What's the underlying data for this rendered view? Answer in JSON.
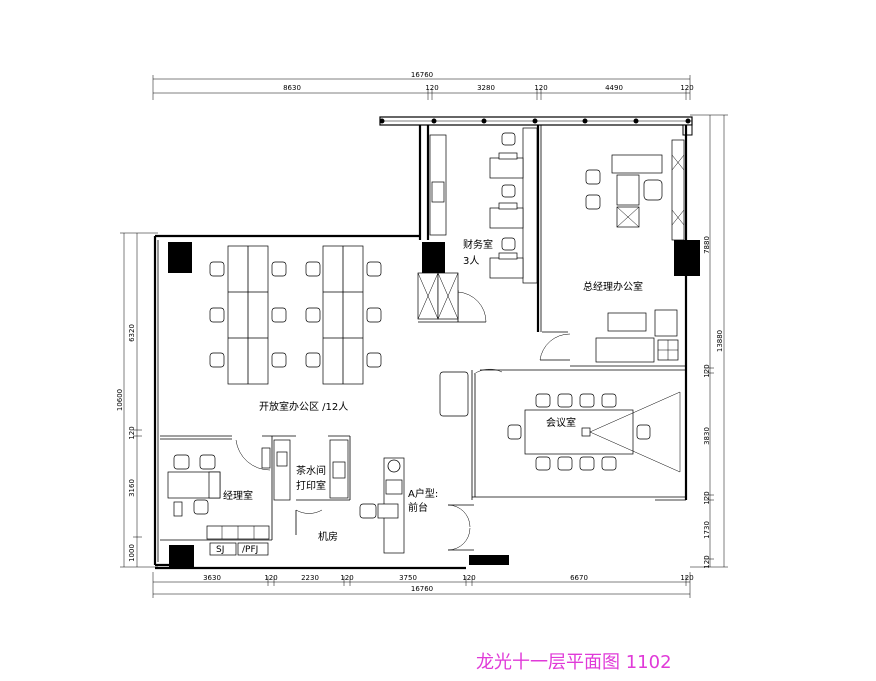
{
  "title": "龙光十一层平面图 1102",
  "dimensions": {
    "top_total": "16760",
    "top_segments": [
      "8630",
      "120",
      "3280",
      "120",
      "4490",
      "120"
    ],
    "bottom_total": "16760",
    "bottom_segments": [
      "3630",
      "120",
      "2230",
      "120",
      "3750",
      "120",
      "6670",
      "120"
    ],
    "left_total": "10600",
    "left_segments": [
      "6320",
      "120",
      "3160",
      "1000"
    ],
    "right_total": "13880",
    "right_segments": [
      "7880",
      "120",
      "3830",
      "120",
      "1730",
      "120"
    ]
  },
  "rooms": {
    "open_office": "开放室办公区 /12人",
    "finance_name": "财务室",
    "finance_people": "3人",
    "gm_office": "总经理办公室",
    "meeting": "会议室",
    "pantry_line1": "茶水间",
    "pantry_line2": "打印室",
    "manager": "经理室",
    "server": "机房",
    "reception_line1": "A户型:",
    "reception_line2": "前台",
    "sj_label": "SJ",
    "pfj_label": "/PFJ"
  },
  "colors": {
    "title": "#e03ad8",
    "line": "#000000"
  }
}
